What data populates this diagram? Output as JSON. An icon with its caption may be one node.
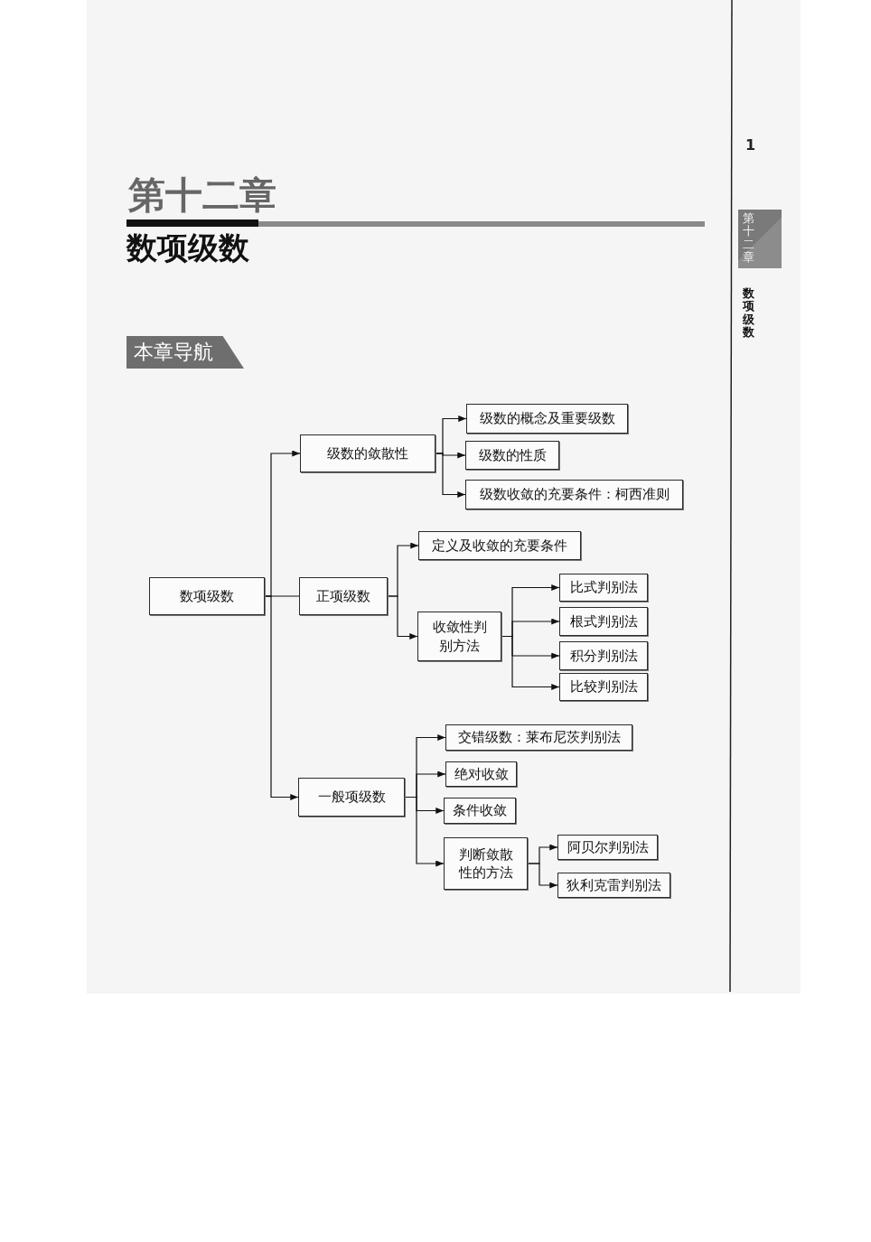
{
  "diagram": {
    "nodes": [
      {
        "text": [
          "数项级数"
        ]
      },
      {
        "text": [
          "级数的敛散性"
        ]
      },
      {
        "text": [
          "级数的概念及重要级数"
        ]
      },
      {
        "text": [
          "级数的性质"
        ]
      },
      {
        "text": [
          "级数收敛的充要条件：柯西准则"
        ]
      },
      {
        "text": [
          "正项级数"
        ]
      },
      {
        "text": [
          "定义及收敛的充要条件"
        ]
      },
      {
        "text": [
          "收敛性判别方法"
        ]
      },
      {
        "text": [
          "比式判别法"
        ]
      },
      {
        "text": [
          "根式判别法"
        ]
      },
      {
        "text": [
          "积分判别法"
        ]
      },
      {
        "text": [
          "比较判别法"
        ]
      },
      {
        "text": [
          "一般项级数"
        ]
      },
      {
        "text": [
          "交错级数：莱布尼茨判别法"
        ]
      },
      {
        "text": [
          "绝对收敛"
        ]
      },
      {
        "text": [
          "条件收敛"
        ]
      },
      {
        "text": [
          "判断敛散性的方法"
        ]
      },
      {
        "text": [
          "阿贝尔判别法"
        ]
      },
      {
        "text": [
          "狄利克雷判别法"
        ]
      }
    ],
    "edges": [
      {
        "from": 0,
        "to": 1,
        "arrow": "to"
      },
      {
        "from": 0,
        "to": 5,
        "arrow": "none"
      },
      {
        "from": 0,
        "to": 12,
        "arrow": "to"
      },
      {
        "from": 1,
        "to": 2,
        "arrow": "to"
      },
      {
        "from": 1,
        "to": 3,
        "arrow": "to"
      },
      {
        "from": 1,
        "to": 4,
        "arrow": "to"
      },
      {
        "from": 5,
        "to": 6,
        "arrow": "to"
      },
      {
        "from": 5,
        "to": 7,
        "arrow": "to"
      },
      {
        "from": 7,
        "to": 8,
        "arrow": "to"
      },
      {
        "from": 7,
        "to": 9,
        "arrow": "to"
      },
      {
        "from": 7,
        "to": 10,
        "arrow": "to"
      },
      {
        "from": 7,
        "to": 11,
        "arrow": "to"
      },
      {
        "from": 12,
        "to": 13,
        "arrow": "to"
      },
      {
        "from": 12,
        "to": 14,
        "arrow": "to"
      },
      {
        "from": 12,
        "to": 15,
        "arrow": "to"
      },
      {
        "from": 12,
        "to": 16,
        "arrow": "to"
      },
      {
        "from": 16,
        "to": 17,
        "arrow": "to"
      },
      {
        "from": 16,
        "to": 18,
        "arrow": "to"
      }
    ],
    "labels": [
      "第十二章",
      "数项级数",
      "本章导航",
      "1",
      "第十二章",
      "数项级数"
    ]
  }
}
